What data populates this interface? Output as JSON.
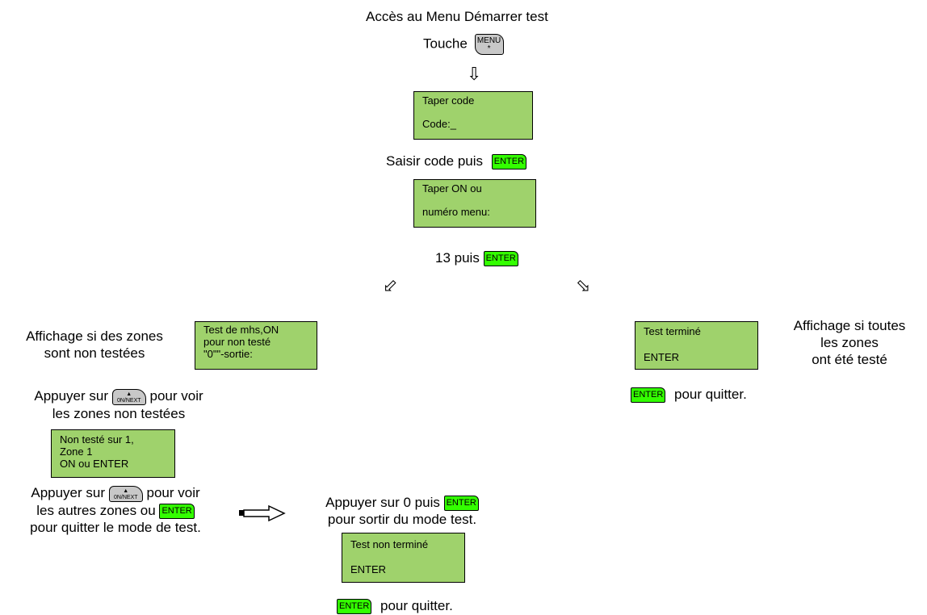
{
  "title": "Accès au Menu Démarrer test",
  "touche_label": "Touche",
  "menu_key": {
    "line1": "MENU",
    "line2": "*"
  },
  "lcd1": {
    "line1": "Taper code",
    "line2": "Code:_"
  },
  "step_enter_code": "Saisir code puis",
  "enter_key": "ENTER",
  "lcd2": {
    "line1": "Taper ON ou",
    "line2": "numéro menu:"
  },
  "step_13": "13 puis",
  "left": {
    "display_text_line1": "Affichage si des zones",
    "display_text_line2": "sont non testées",
    "lcd": {
      "line1": "Test de mhs,ON",
      "line2": "pour non testé",
      "line3": "\"0\"\"-sortie:"
    },
    "press_prefix": "Appuyer sur",
    "press_suffix": "pour voir",
    "press_line2": "les zones non testées",
    "onnext_key": "0N/NEXT",
    "lcd_b": {
      "line1": "Non testé sur 1,",
      "line2": "Zone 1",
      "line3": "ON ou ENTER"
    },
    "press2_prefix": "Appuyer sur",
    "press2_suffix": "pour voir",
    "press2_line2": "les autres zones ou",
    "press2_line3": "pour quitter le mode de test."
  },
  "bottom": {
    "line1": "Appuyer sur 0 puis",
    "line2": "pour sortir du mode test.",
    "lcd": {
      "line1": "Test non terminé",
      "line2": "ENTER"
    },
    "quit": "pour quitter."
  },
  "right": {
    "lcd": {
      "line1": "Test terminé",
      "line2": "ENTER"
    },
    "quit": "pour quitter.",
    "text_line1": "Affichage si toutes",
    "text_line2": "les zones",
    "text_line3": "ont été testé"
  },
  "icons": {
    "down_arrow": "⇩",
    "down_left_arrow": "⬃",
    "down_right_arrow": "⬂"
  }
}
